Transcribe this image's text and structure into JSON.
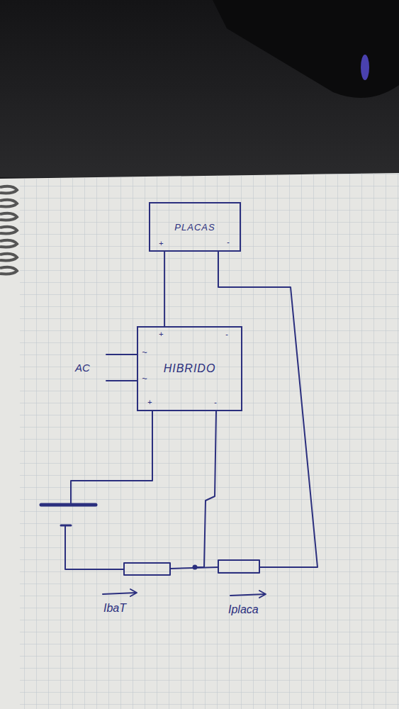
{
  "diagram": {
    "nodes": [
      {
        "text": [
          "PLACAS"
        ]
      },
      {
        "text": [
          "HIBRIDO"
        ]
      }
    ],
    "edges": [
      {
        "from": 0,
        "to": 1,
        "arrow": "none"
      }
    ],
    "labels": [
      "+",
      "-",
      "+",
      "-",
      "+",
      "-",
      "~",
      "~",
      "AC",
      "IbaT",
      "Iplaca"
    ]
  }
}
